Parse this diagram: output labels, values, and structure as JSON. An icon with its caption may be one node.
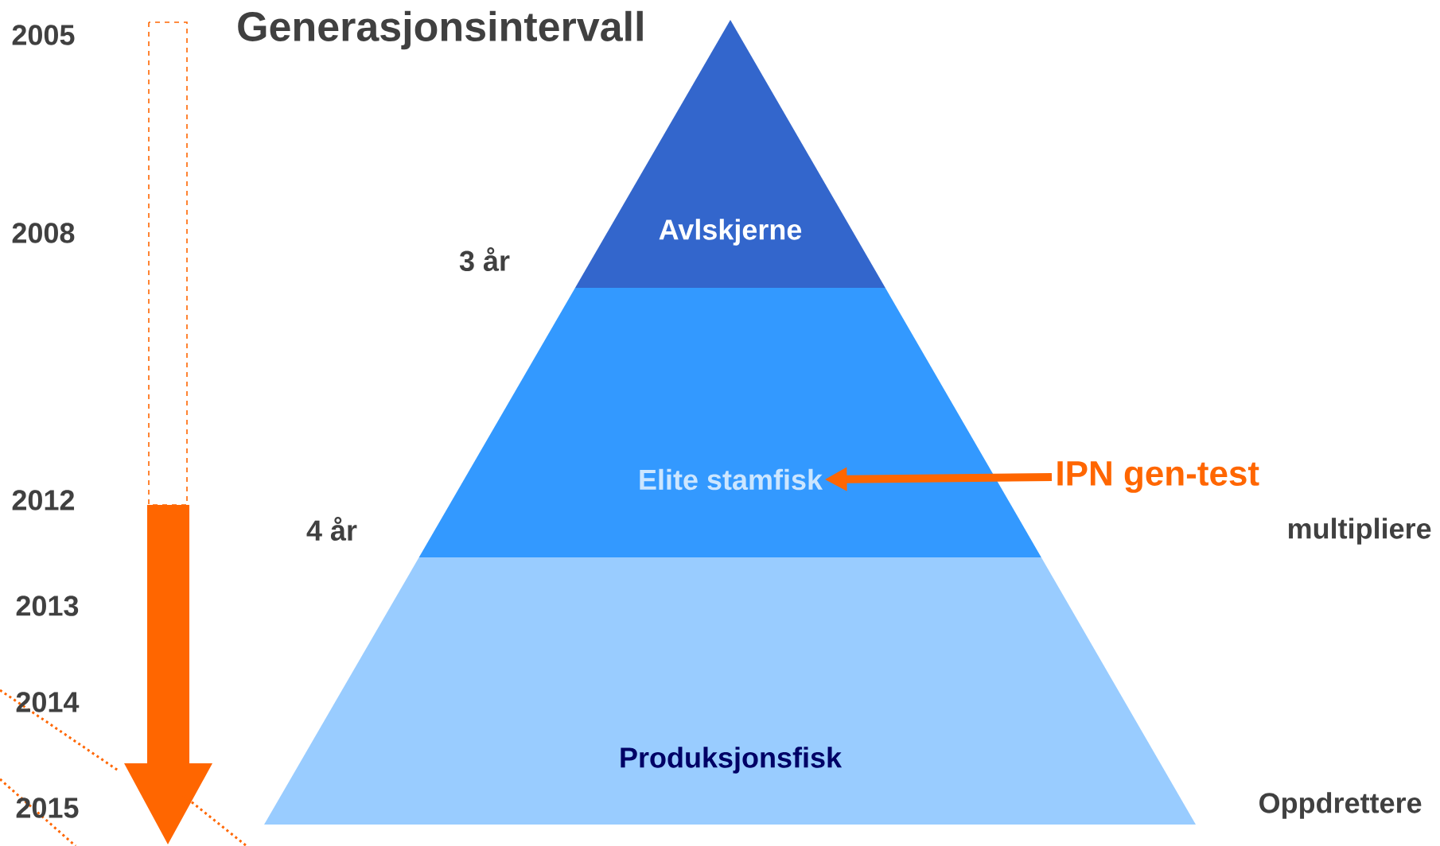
{
  "diagram": {
    "title": "Generasjonsintervall",
    "nodes": [
      {
        "text": [
          "Avlskjerne"
        ]
      },
      {
        "text": [
          "Elite stamfisk"
        ]
      },
      {
        "text": [
          "Produksjonsfisk"
        ]
      },
      {
        "text": [
          "IPN  gen-test"
        ]
      }
    ],
    "edges": [
      {
        "from": 3,
        "to": 1,
        "arrow": "to",
        "color": "#ff6600"
      }
    ],
    "labels": [
      "2005",
      "2008",
      "3 år",
      "2012",
      "4 år",
      "multipliere",
      "2013",
      "2014",
      "2015",
      "Oppdrettere"
    ]
  }
}
